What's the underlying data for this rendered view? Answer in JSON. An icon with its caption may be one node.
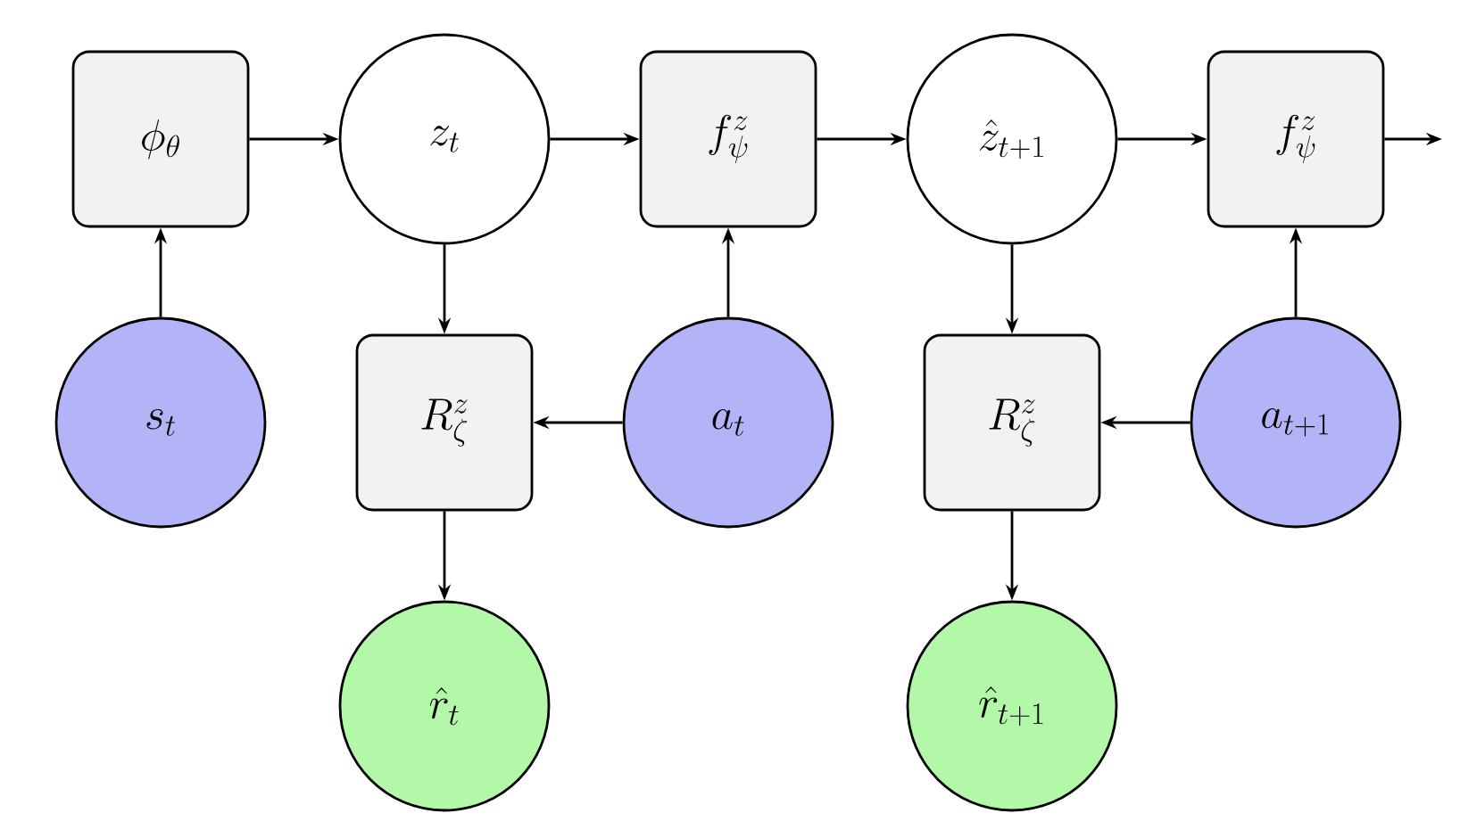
{
  "diagram": {
    "nodes": [
      {
        "text": [
          "\\phi_{\\theta}"
        ]
      },
      {
        "text": [
          "z_t"
        ]
      },
      {
        "text": [
          "f^{z}_{\\psi}"
        ]
      },
      {
        "text": [
          "\\hat{z}_{t+1}"
        ]
      },
      {
        "text": [
          "f^{z}_{\\psi}"
        ]
      },
      {
        "text": [
          "s_t"
        ]
      },
      {
        "text": [
          "R^{z}_{\\zeta}"
        ]
      },
      {
        "text": [
          "a_t"
        ]
      },
      {
        "text": [
          "R^{z}_{\\zeta}"
        ]
      },
      {
        "text": [
          "a_{t+1}"
        ]
      },
      {
        "text": [
          "\\hat{r}_t"
        ]
      },
      {
        "text": [
          "\\hat{r}_{t+1}"
        ]
      }
    ],
    "edges": [
      {
        "from": 0,
        "to": 1,
        "arrow": "to"
      },
      {
        "from": 1,
        "to": 2,
        "arrow": "to"
      },
      {
        "from": 2,
        "to": 3,
        "arrow": "to"
      },
      {
        "from": 3,
        "to": 4,
        "arrow": "to"
      },
      {
        "from": 4,
        "to": null,
        "arrow": "to"
      },
      {
        "from": 5,
        "to": 0,
        "arrow": "to"
      },
      {
        "from": 1,
        "to": 6,
        "arrow": "to"
      },
      {
        "from": 7,
        "to": 6,
        "arrow": "to"
      },
      {
        "from": 7,
        "to": 2,
        "arrow": "to"
      },
      {
        "from": 6,
        "to": 10,
        "arrow": "to"
      },
      {
        "from": 3,
        "to": 8,
        "arrow": "to"
      },
      {
        "from": 9,
        "to": 8,
        "arrow": "to"
      },
      {
        "from": 9,
        "to": 4,
        "arrow": "to"
      },
      {
        "from": 8,
        "to": 11,
        "arrow": "to"
      }
    ]
  }
}
